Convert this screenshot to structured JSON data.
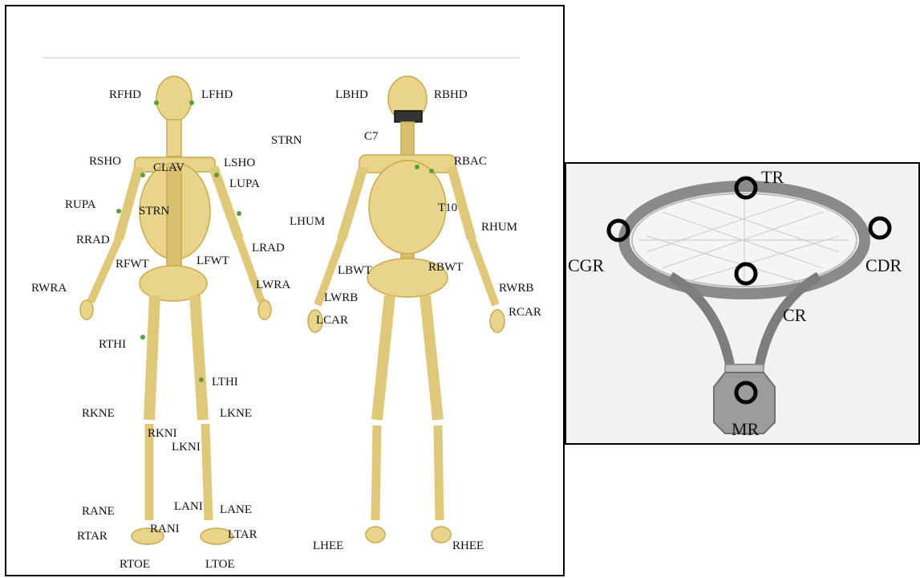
{
  "skeleton_markers": {
    "front": [
      "RFHD",
      "LFHD",
      "RSHO",
      "CLAV",
      "LSHO",
      "LUPA",
      "RUPA",
      "STRN",
      "RRAD",
      "LRAD",
      "RFWT",
      "LFWT",
      "RWRA",
      "LWRA",
      "RTHI",
      "LTHI",
      "RKNE",
      "LKNE",
      "RKNI",
      "LKNI",
      "RANE",
      "LANI",
      "LANE",
      "RANI",
      "RTAR",
      "LTAR",
      "RTOE",
      "LTOE"
    ],
    "back": [
      "LBHD",
      "RBHD",
      "STRN",
      "C7",
      "RBAC",
      "T10",
      "LHUM",
      "RHUM",
      "LBWT",
      "RBWT",
      "LWRB",
      "RWRB",
      "LCAR",
      "RCAR",
      "LHEE",
      "RHEE"
    ]
  },
  "racket_markers": [
    "TR",
    "CGR",
    "CDR",
    "CR",
    "MR"
  ],
  "colors": {
    "bone": "#e8d58a",
    "bone_dark": "#c9a94e",
    "marker": "#5aa03a",
    "racket_frame": "#8a8a8a",
    "grip": "#b9b9b9"
  }
}
